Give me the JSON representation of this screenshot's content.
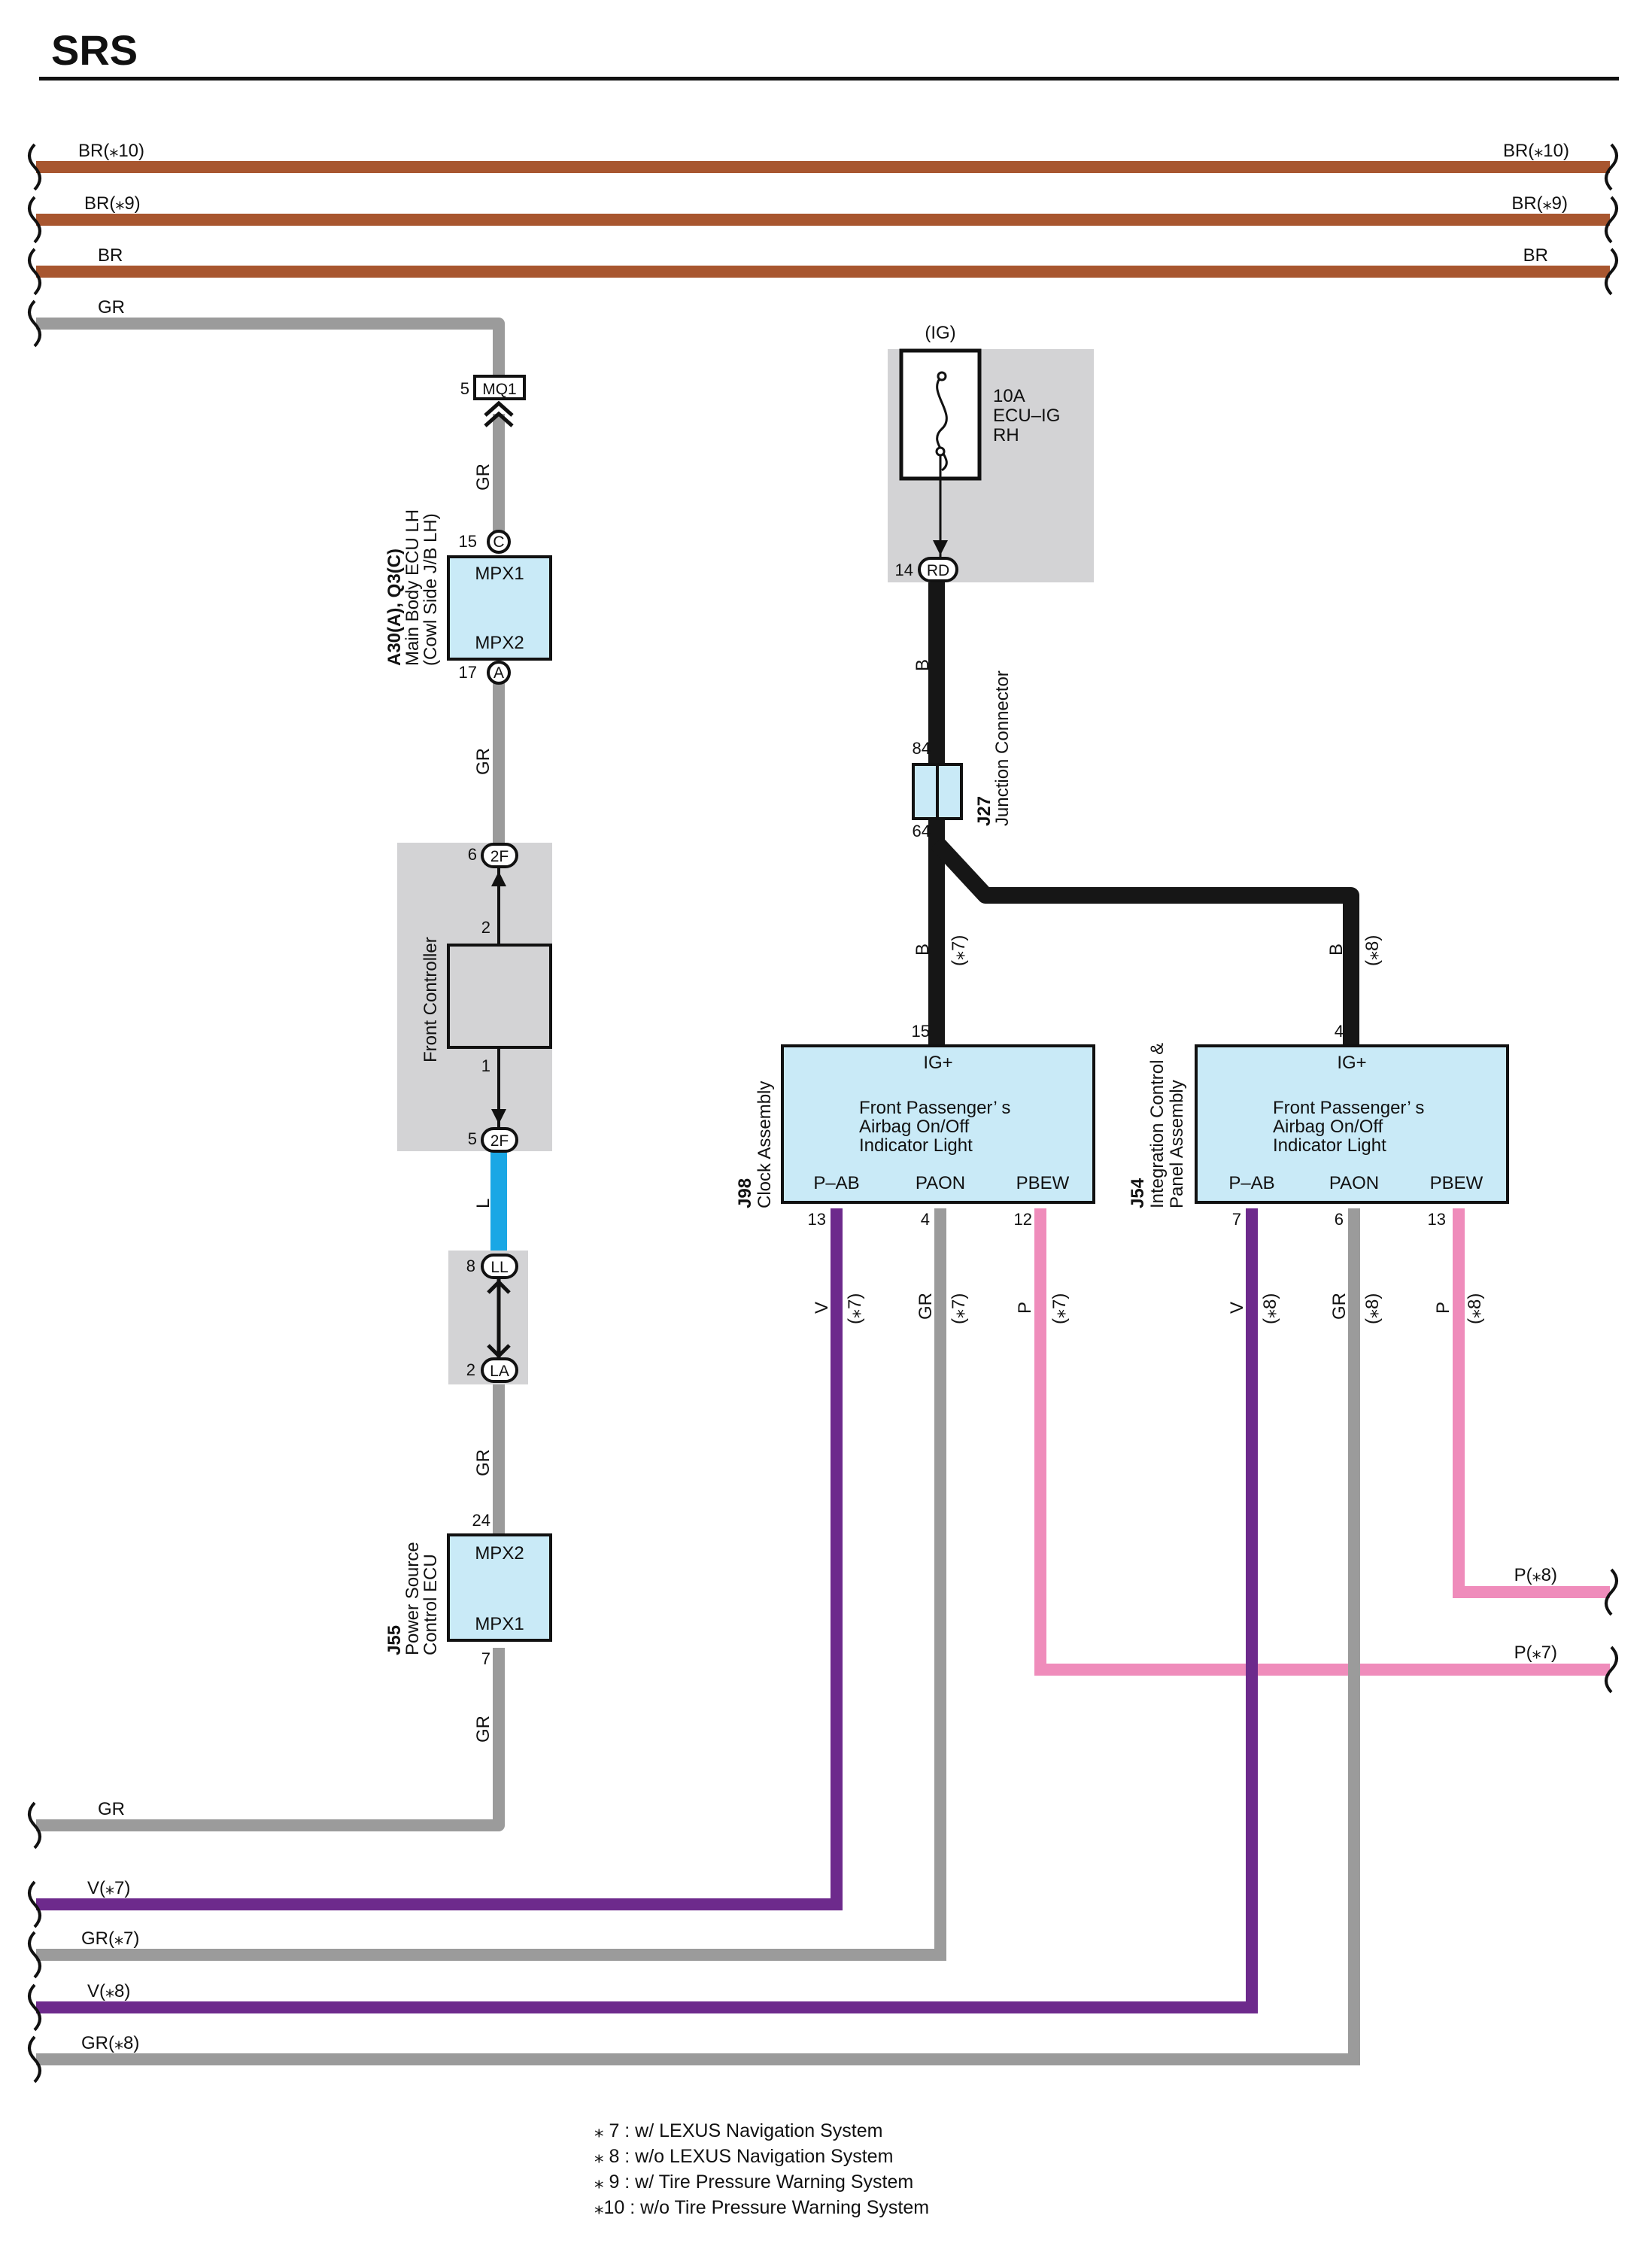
{
  "page": {
    "title": "SRS"
  },
  "colors": {
    "BR": "#a8562f",
    "GR": "#9b9b9b",
    "B": "#161616",
    "L": "#1aa7e5",
    "V": "#6d2a8c",
    "P": "#ef8cbb",
    "box_fill": "#c9eaf7",
    "shade": "#d3d3d5",
    "controller_fill": "#d3d3d5"
  },
  "left_wires": {
    "br10": "BR(⁎10)",
    "br9": "BR(⁎9)",
    "br": "BR",
    "gr_top": "GR",
    "gr_bottom": "GR",
    "v7": "V(⁎7)",
    "gr7": "GR(⁎7)",
    "v8": "V(⁎8)",
    "gr8": "GR(⁎8)"
  },
  "right_wires": {
    "br10": "BR(⁎10)",
    "br9": "BR(⁎9)",
    "br": "BR",
    "p8": "P(⁎8)",
    "p7": "P(⁎7)"
  },
  "wire_colors": {
    "gr_a": "GR",
    "gr_b": "GR",
    "l": "L",
    "gr_c": "GR",
    "gr_d": "GR",
    "b_top": "B",
    "b_left": "B",
    "b_right": "B",
    "v_j98": "V",
    "gr_j98": "GR",
    "p_j98": "P",
    "v_j54": "V",
    "gr_j54": "GR",
    "p_j54": "P",
    "star7_b": "(⁎7)",
    "star8_b": "(⁎8)",
    "star7_v": "(⁎7)",
    "star7_gr": "(⁎7)",
    "star7_p": "(⁎7)",
    "star8_v": "(⁎8)",
    "star8_gr": "(⁎8)",
    "star8_p": "(⁎8)"
  },
  "mq1": {
    "label": "MQ1",
    "pin": "5"
  },
  "main_body_ecu": {
    "code": "A30(A), Q3(C)",
    "name_line1": "Main Body ECU LH",
    "name_line2": "(Cowl Side J/B LH)",
    "terminal_top": "MPX1",
    "terminal_bottom": "MPX2",
    "pin_top": "15",
    "conn_top": "C",
    "pin_bottom": "17",
    "conn_bottom": "A"
  },
  "front_controller": {
    "name": "Front Controller",
    "pin_in": "6",
    "conn_in": "2F",
    "pin_out": "5",
    "conn_out": "2F",
    "term_top": "2",
    "term_bottom": "1"
  },
  "ll_la": {
    "pin_ll": "8",
    "conn_ll": "LL",
    "pin_la": "2",
    "conn_la": "LA"
  },
  "power_ecu": {
    "code": "J55",
    "name_line1": "Power Source",
    "name_line2": "Control ECU",
    "terminal_top": "MPX2",
    "terminal_bottom": "MPX1",
    "pin_top": "24",
    "pin_bottom": "7"
  },
  "fuse": {
    "supply": "(IG)",
    "rating": "10A",
    "name_line1": "ECU–IG",
    "name_line2": "RH",
    "pin": "14",
    "conn": "RD"
  },
  "junction": {
    "code": "J27",
    "name": "Junction Connector",
    "pin_top": "84",
    "pin_bottom": "64"
  },
  "clock_assembly": {
    "code": "J98",
    "name": "Clock Assembly",
    "pin_ig": "15",
    "term_ig": "IG+",
    "text_line1": "Front Passenger’ s",
    "text_line2": "Airbag On/Off",
    "text_line3": "Indicator Light",
    "term1": "P–AB",
    "term2": "PAON",
    "term3": "PBEW",
    "pin1": "13",
    "pin2": "4",
    "pin3": "12"
  },
  "integration_panel": {
    "code": "J54",
    "name_line1": "Integration Control &",
    "name_line2": "Panel Assembly",
    "pin_ig": "4",
    "term_ig": "IG+",
    "text_line1": "Front Passenger’ s",
    "text_line2": "Airbag On/Off",
    "text_line3": "Indicator Light",
    "term1": "P–AB",
    "term2": "PAON",
    "term3": "PBEW",
    "pin1": "7",
    "pin2": "6",
    "pin3": "13"
  },
  "legend": [
    "⁎ 7 : w/ LEXUS Navigation System",
    "⁎ 8 : w/o LEXUS Navigation System",
    "⁎ 9 : w/ Tire Pressure Warning System",
    "⁎10 : w/o Tire Pressure Warning System"
  ]
}
